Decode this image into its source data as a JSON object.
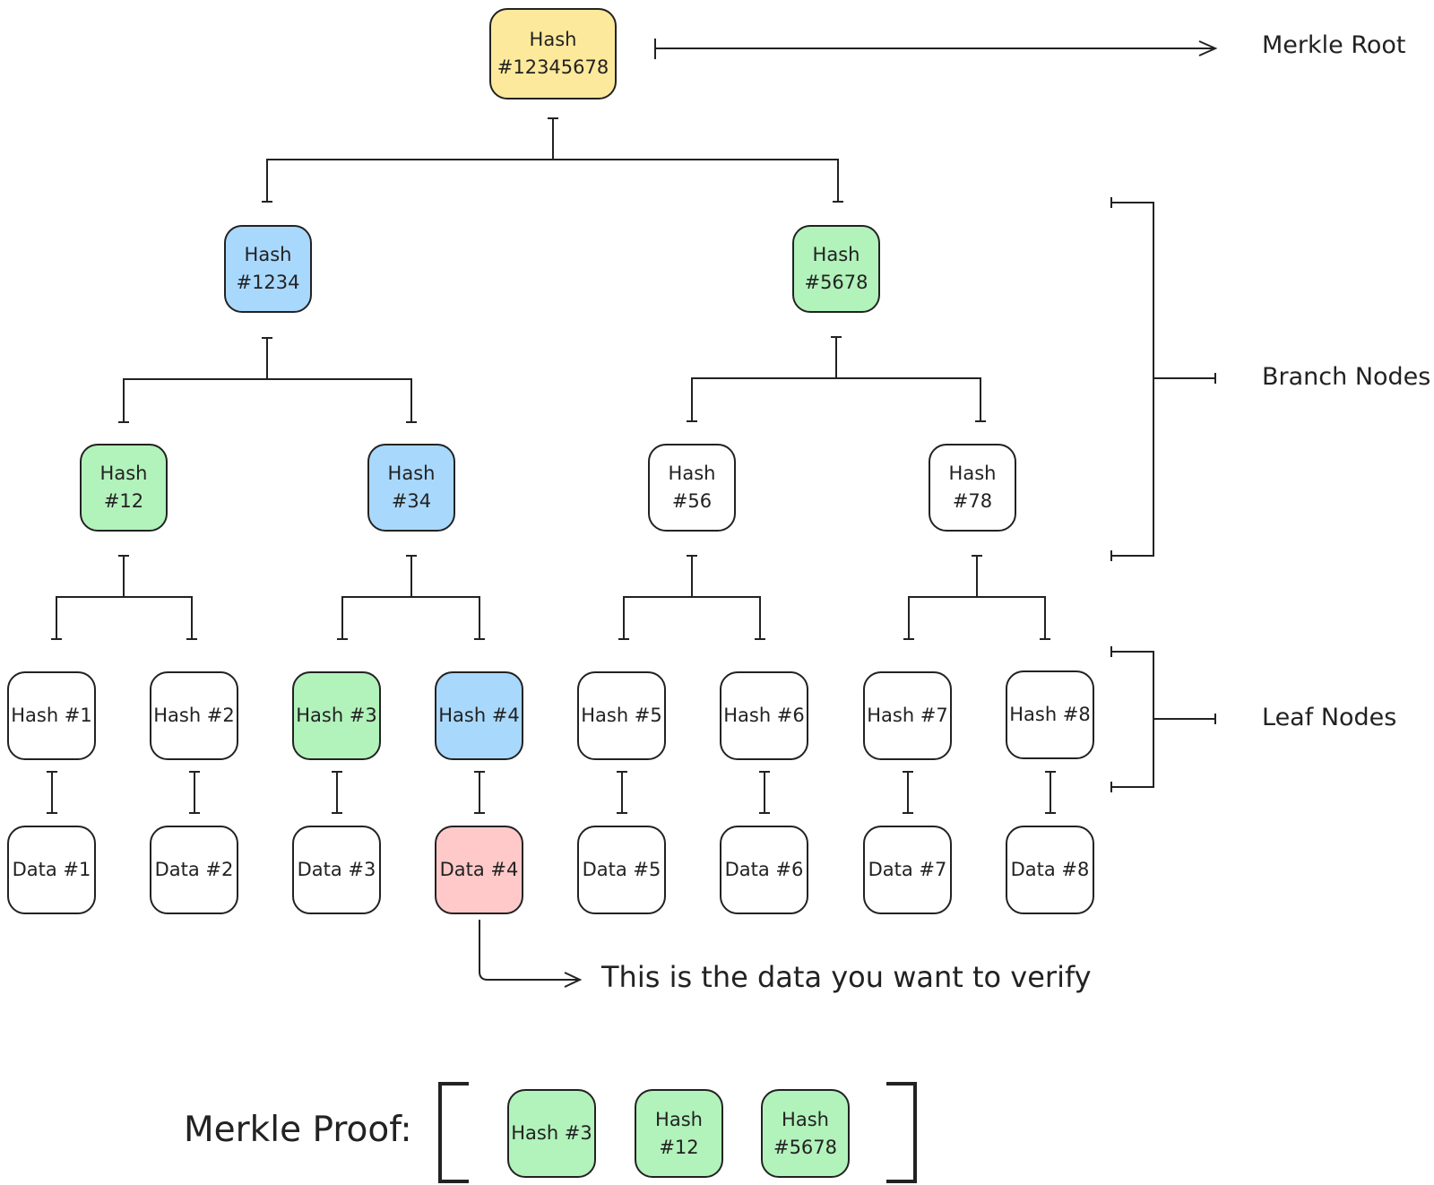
{
  "tree": {
    "root": {
      "label": "Hash\n#12345678",
      "color": "yellow"
    },
    "branches": [
      {
        "id": "h1234",
        "label": "Hash\n#1234",
        "color": "blue"
      },
      {
        "id": "h5678",
        "label": "Hash\n#5678",
        "color": "green"
      },
      {
        "id": "h12",
        "label": "Hash\n#12",
        "color": "green"
      },
      {
        "id": "h34",
        "label": "Hash\n#34",
        "color": "blue"
      },
      {
        "id": "h56",
        "label": "Hash\n#56",
        "color": "white"
      },
      {
        "id": "h78",
        "label": "Hash\n#78",
        "color": "white"
      }
    ],
    "leaves": [
      {
        "label": "Hash #1",
        "color": "white"
      },
      {
        "label": "Hash #2",
        "color": "white"
      },
      {
        "label": "Hash #3",
        "color": "green"
      },
      {
        "label": "Hash #4",
        "color": "blue"
      },
      {
        "label": "Hash #5",
        "color": "white"
      },
      {
        "label": "Hash #6",
        "color": "white"
      },
      {
        "label": "Hash #7",
        "color": "white"
      },
      {
        "label": "Hash #8",
        "color": "white"
      }
    ],
    "data": [
      {
        "label": "Data #1",
        "color": "white"
      },
      {
        "label": "Data #2",
        "color": "white"
      },
      {
        "label": "Data #3",
        "color": "white"
      },
      {
        "label": "Data #4",
        "color": "red"
      },
      {
        "label": "Data #5",
        "color": "white"
      },
      {
        "label": "Data #6",
        "color": "white"
      },
      {
        "label": "Data #7",
        "color": "white"
      },
      {
        "label": "Data #8",
        "color": "white"
      }
    ]
  },
  "labels": {
    "merkle_root": "Merkle Root",
    "branch_nodes": "Branch Nodes",
    "leaf_nodes": "Leaf Nodes",
    "verify_note": "This is the data you want to verify",
    "proof_title": "Merkle Proof:"
  },
  "proof": [
    {
      "label": "Hash #3",
      "color": "green"
    },
    {
      "label": "Hash\n#12",
      "color": "green"
    },
    {
      "label": "Hash\n#5678",
      "color": "green"
    }
  ],
  "colors": {
    "yellow": "#fde99b",
    "blue": "#a9d8fd",
    "green": "#b2f2bb",
    "red": "#ffc9c9",
    "white": "#ffffff",
    "stroke": "#222222"
  }
}
